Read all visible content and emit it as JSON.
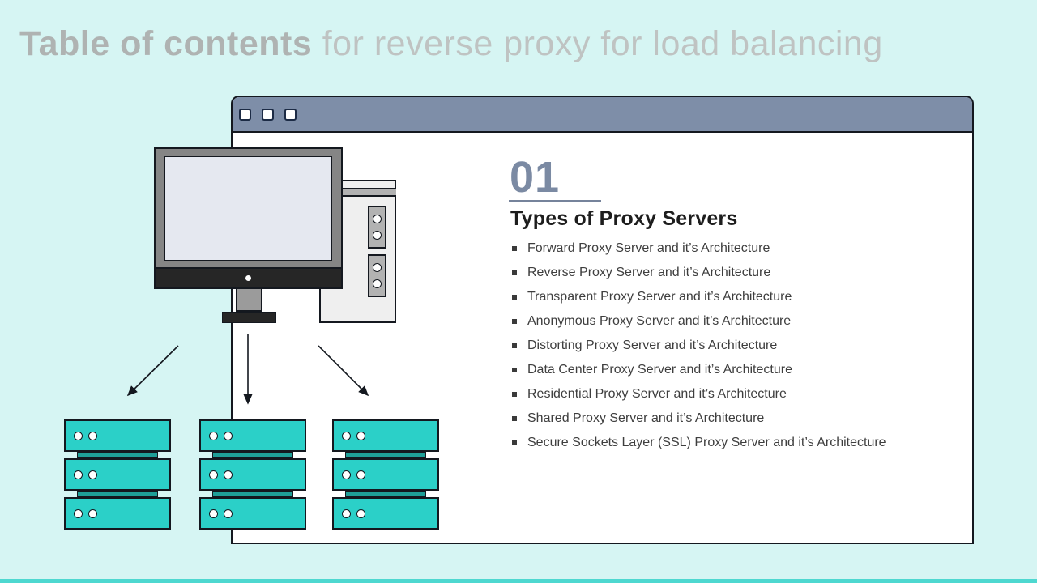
{
  "slide": {
    "title_bold": "Table of contents",
    "title_light": "for reverse proxy for load balancing"
  },
  "window": {
    "controls": [
      "window-square-1",
      "window-square-2",
      "window-square-3"
    ]
  },
  "section": {
    "number": "01",
    "heading": "Types of Proxy Servers",
    "items": [
      "Forward Proxy Server and it’s Architecture",
      "Reverse Proxy Server and it’s Architecture",
      "Transparent Proxy Server and it’s Architecture",
      "Anonymous Proxy Server and it’s Architecture",
      "Distorting Proxy Server and it’s Architecture",
      "Data Center Proxy Server and it’s Architecture",
      "Residential Proxy Server and it’s Architecture",
      "Shared Proxy Server and it’s Architecture",
      "Secure Sockets Layer (SSL) Proxy Server and it’s Architecture"
    ]
  },
  "illustration": {
    "icons": [
      "desktop-monitor-icon",
      "cpu-tower-icon",
      "server-rack-icon",
      "down-arrow-icon"
    ],
    "server_stacks": 3,
    "units_per_stack": 3
  },
  "colors": {
    "background": "#d6f5f3",
    "window_header": "#7e8ea8",
    "accent_number": "#7b8aa3",
    "server_teal": "#2bd0c8",
    "server_connector_teal": "#1f9f98",
    "title_gray": "#afb3b2",
    "subtitle_gray": "#bfc3c2",
    "body_text": "#3e3e3e"
  }
}
